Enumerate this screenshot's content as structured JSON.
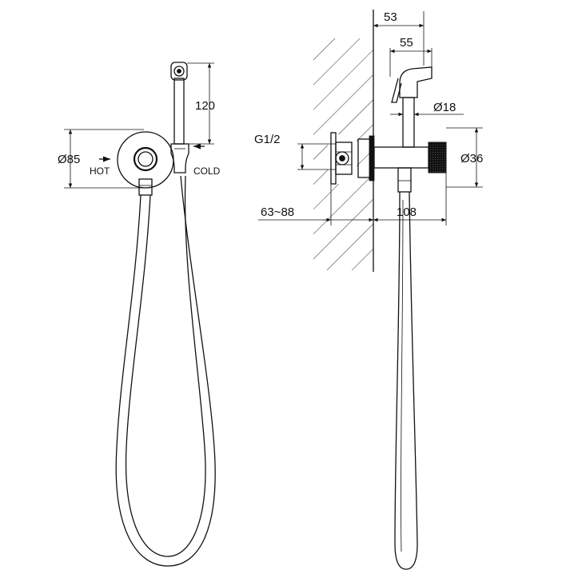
{
  "front_view": {
    "diameter_plate": "Ø85",
    "holder_height": "120",
    "hot_label": "HOT",
    "cold_label": "COLD"
  },
  "side_view": {
    "wall_to_holder": "53",
    "holder_depth": "55",
    "hose_diameter": "Ø18",
    "thread": "G1/2",
    "handle_diameter": "Ø36",
    "installation_depth": "63~88",
    "projection": "108"
  }
}
